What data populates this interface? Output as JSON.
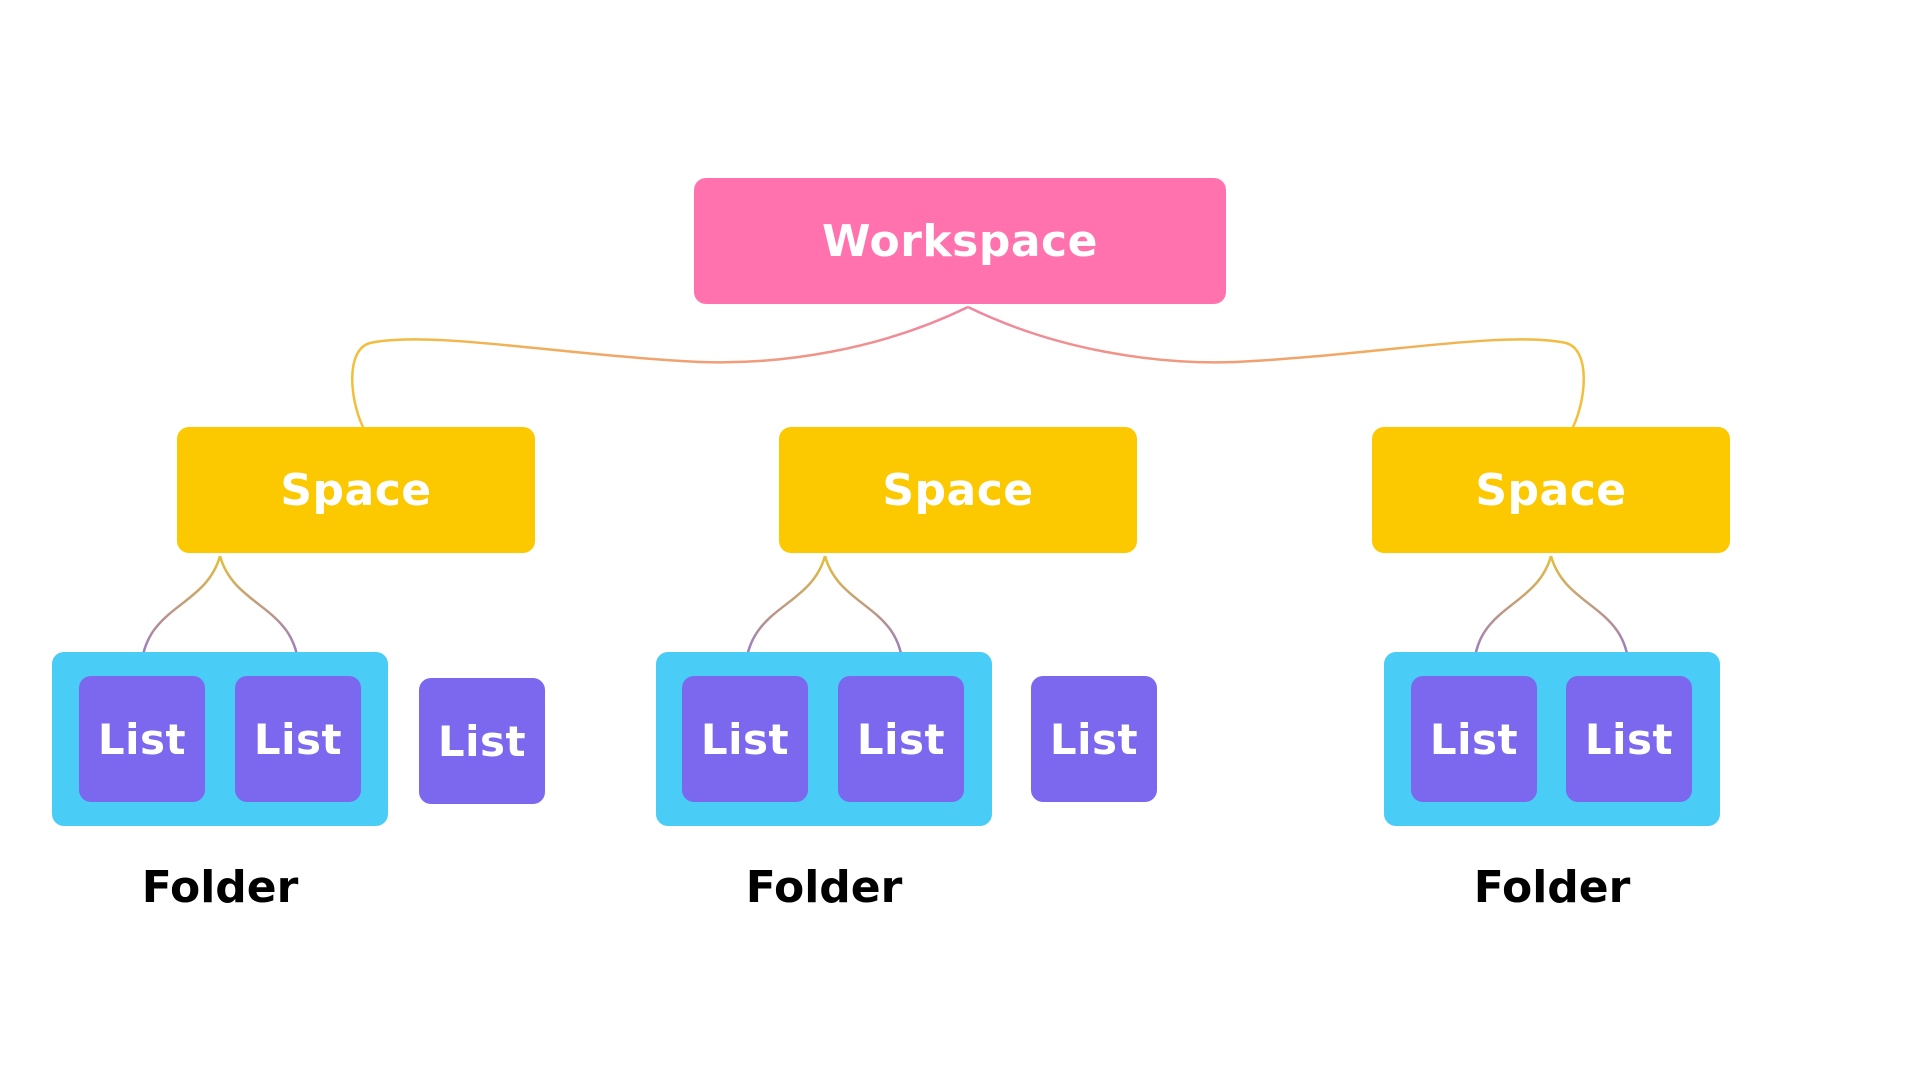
{
  "colors": {
    "workspace": "#ff72ad",
    "space": "#fcc800",
    "folder": "#49ccf5",
    "list": "#7b68ee",
    "label_text": "#000000",
    "box_text": "#ffffff",
    "line_warm": "#f0a560",
    "line_pink": "#ee7ba0",
    "line_gold": "#e6b832",
    "line_purple": "#8a6de0"
  },
  "workspace": {
    "label": "Workspace"
  },
  "spaces": [
    {
      "label": "Space",
      "folder": {
        "label": "Folder",
        "lists": [
          "List",
          "List"
        ]
      },
      "standalone_list": "List"
    },
    {
      "label": "Space",
      "folder": {
        "label": "Folder",
        "lists": [
          "List",
          "List"
        ]
      },
      "standalone_list": "List"
    },
    {
      "label": "Space",
      "folder": {
        "label": "Folder",
        "lists": [
          "List",
          "List"
        ]
      }
    }
  ]
}
